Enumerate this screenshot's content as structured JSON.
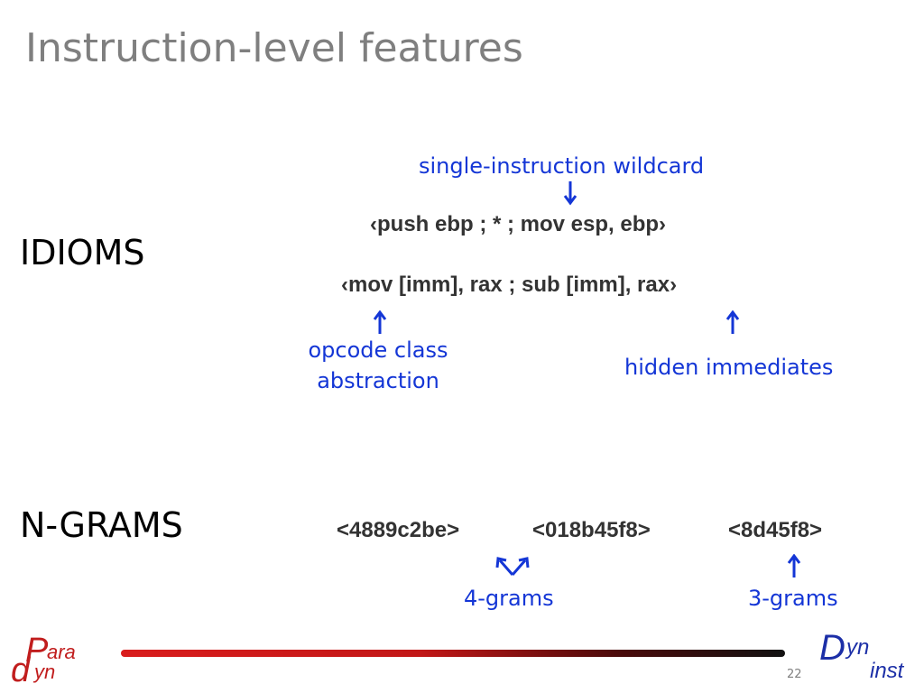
{
  "slide": {
    "title": "Instruction-level features",
    "page_number": "22"
  },
  "idioms": {
    "label": "IDIOMS",
    "wildcard_annotation": "single-instruction wildcard",
    "idiom_1": "‹push ebp ; * ; mov esp, ebp›",
    "idiom_2": "‹mov [imm], rax ; sub [imm], rax›",
    "opcode_annotation_line1": "opcode class",
    "opcode_annotation_line2": "abstraction",
    "immediates_annotation": "hidden immediates"
  },
  "ngrams": {
    "label": "N-GRAMS",
    "gram_1": "<4889c2be>",
    "gram_2": "<018b45f8>",
    "gram_3": "<8d45f8>",
    "four_grams_annotation": "4-grams",
    "three_grams_annotation": "3-grams"
  },
  "logos": {
    "paradyn_big_p": "P",
    "paradyn_small_ara": "ara",
    "paradyn_big_d": "d",
    "paradyn_small_yn": "yn",
    "dyninst_big_d": "D",
    "dyninst_small_yn": "yn",
    "dyninst_small_inst": "inst"
  },
  "colors": {
    "annotation_blue": "#1436d6",
    "title_gray": "#7f7f7f",
    "paradyn_red": "#c11d1d",
    "dyninst_blue": "#1c2fa7"
  }
}
